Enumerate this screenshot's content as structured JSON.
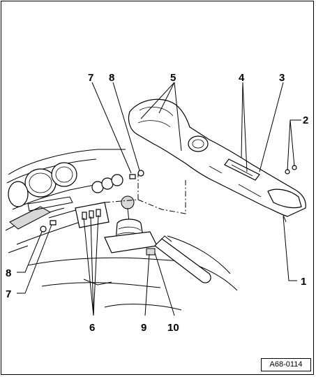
{
  "callouts": {
    "c1": "1",
    "c2": "2",
    "c3": "3",
    "c4": "4",
    "c5": "5",
    "c6": "6",
    "c7_top": "7",
    "c8_top": "8",
    "c7_bottom": "7",
    "c8_bottom": "8",
    "c9": "9",
    "c10": "10"
  },
  "figure_code": "A68-0114"
}
